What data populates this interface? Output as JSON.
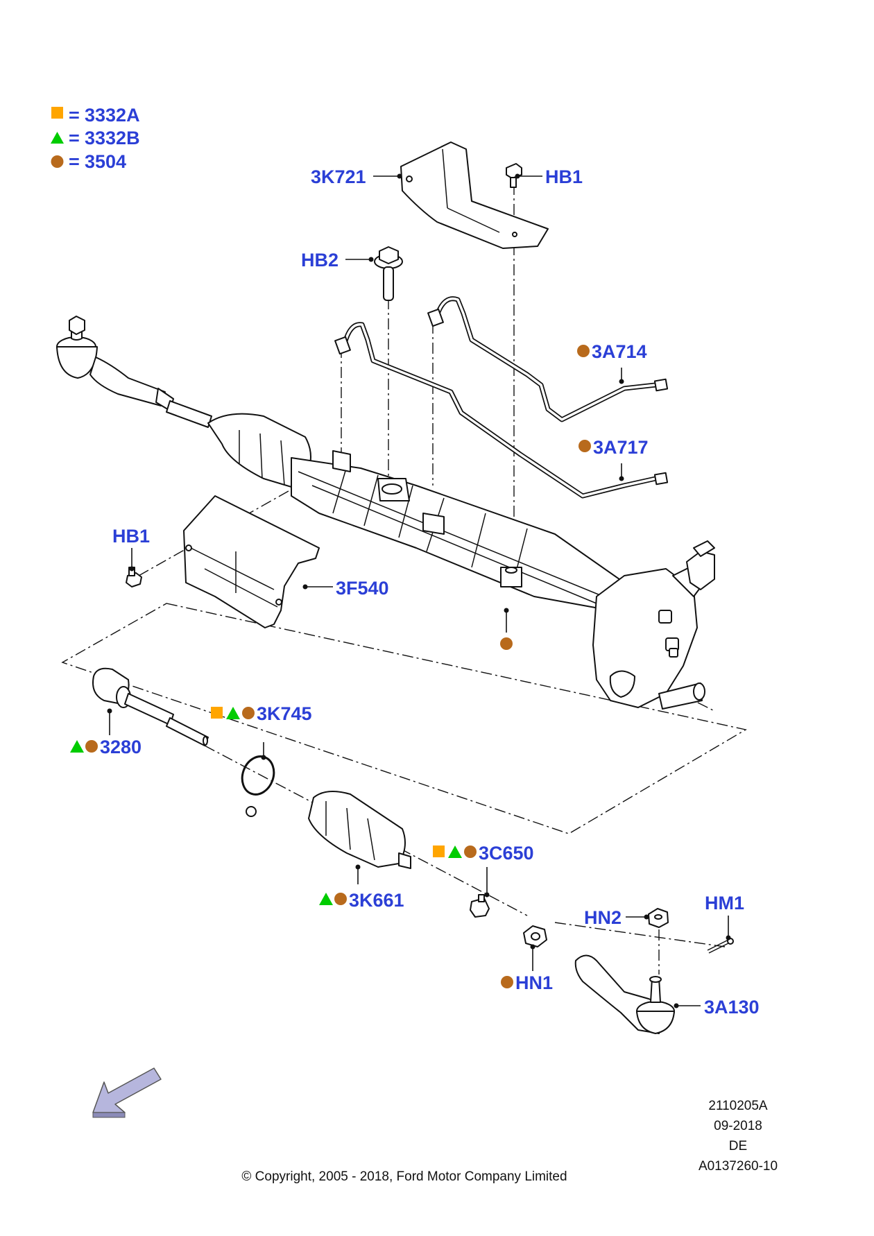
{
  "legend": [
    {
      "symbol": "square",
      "color": "#ffa500",
      "code": "3332A"
    },
    {
      "symbol": "triangle",
      "color": "#00cc00",
      "code": "3332B"
    },
    {
      "symbol": "circle",
      "color": "#b86a1c",
      "code": "3504"
    }
  ],
  "legend_eq": "=",
  "colors": {
    "label": "#2b3fd6",
    "square": "#ffa500",
    "triangle": "#00cc00",
    "circle": "#b86a1c"
  },
  "labels": {
    "3K721": "3K721",
    "HB1_top": "HB1",
    "HB2": "HB2",
    "3A714": "3A714",
    "3A717": "3A717",
    "HB1_left": "HB1",
    "3F540": "3F540",
    "3K745": "3K745",
    "3280": "3280",
    "3C650": "3C650",
    "3K661": "3K661",
    "HN2": "HN2",
    "HM1": "HM1",
    "HN1": "HN1",
    "3A130": "3A130"
  },
  "info": {
    "ref": "2110205A",
    "date": "09-2018",
    "lang": "DE",
    "id": "A0137260-10",
    "copyright": "© Copyright, 2005 - 2018, Ford Motor Company Limited"
  },
  "icons": [
    "direction-arrow-icon"
  ]
}
